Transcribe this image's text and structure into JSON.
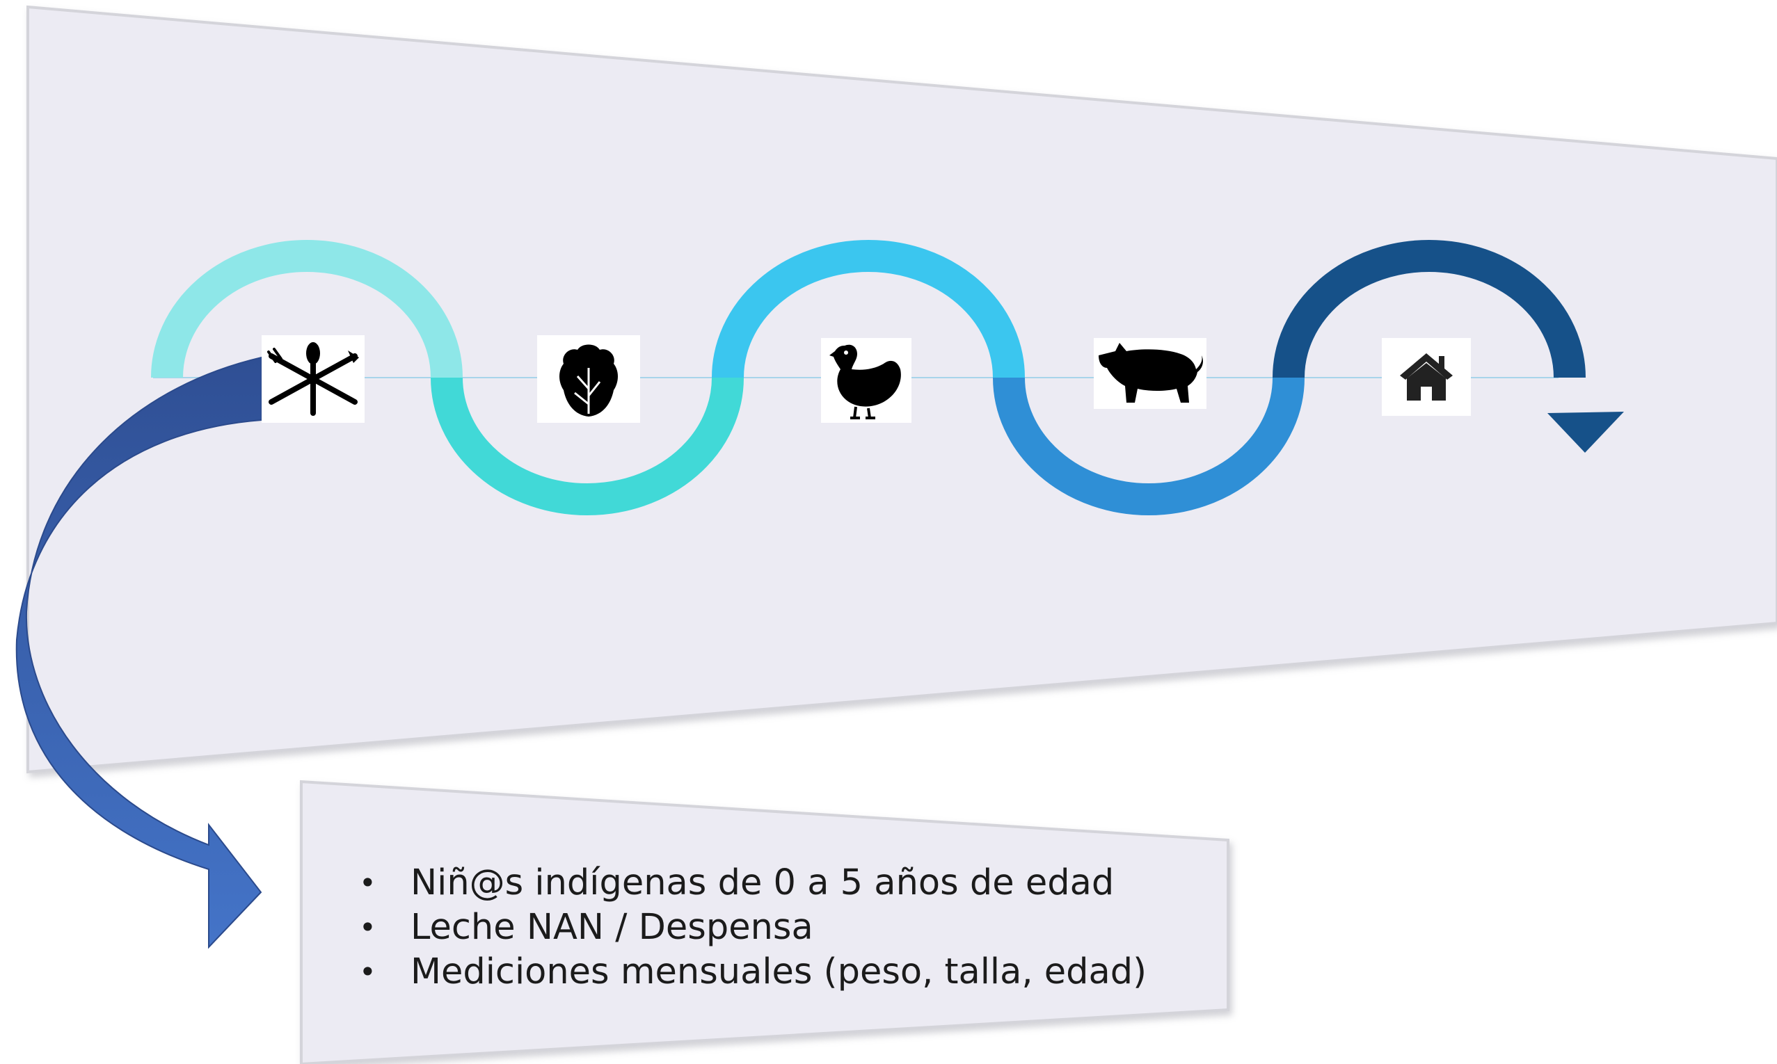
{
  "colors": {
    "panel_fill": "#ecebf3",
    "panel_border": "#d9d9de",
    "wave_1": "#8ee7e8",
    "wave_2": "#41d9d7",
    "wave_3": "#3bc6ef",
    "wave_4": "#2f8fd6",
    "wave_5": "#165189",
    "curved_arrow": "#3559a4",
    "baseline": "#a8d4ea"
  },
  "steps": [
    {
      "icon": "fork-knife-spoon-icon"
    },
    {
      "icon": "lettuce-icon"
    },
    {
      "icon": "hen-icon"
    },
    {
      "icon": "pig-icon"
    },
    {
      "icon": "house-icon"
    }
  ],
  "info_box": {
    "bullets": [
      "Niñ@s indígenas de 0 a 5 años de edad",
      "Leche NAN / Despensa",
      "Mediciones mensuales (peso, talla, edad)"
    ]
  }
}
